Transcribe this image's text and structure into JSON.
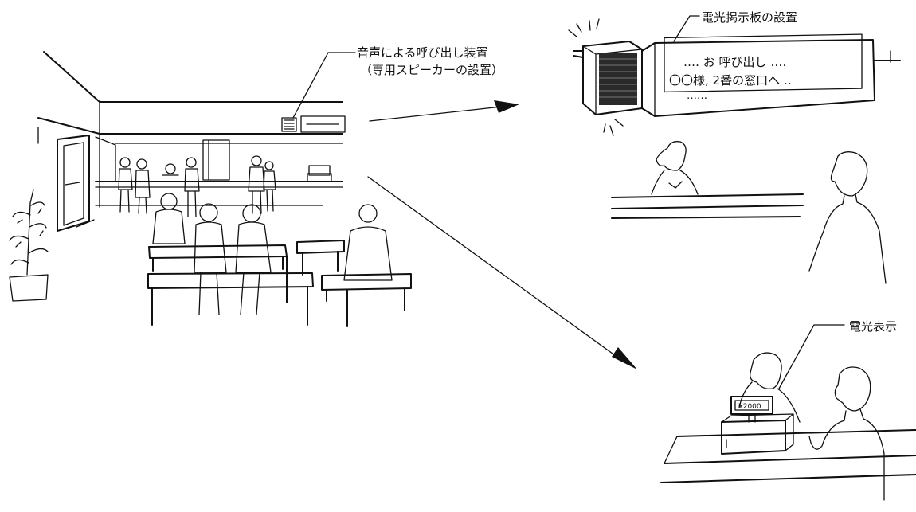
{
  "labels": {
    "speaker_line1": "音声による呼び出し装置",
    "speaker_line2": "（専用スピーカーの設置）",
    "board": "電光掲示板の設置",
    "counter_display": "電光表示"
  },
  "board_text": {
    "line1": "‥‥ お 呼び出し ‥‥",
    "line2": "〇〇様, 2番の窓口へ ‥",
    "line3": "‥‥‥"
  },
  "price_display": "¥2000"
}
